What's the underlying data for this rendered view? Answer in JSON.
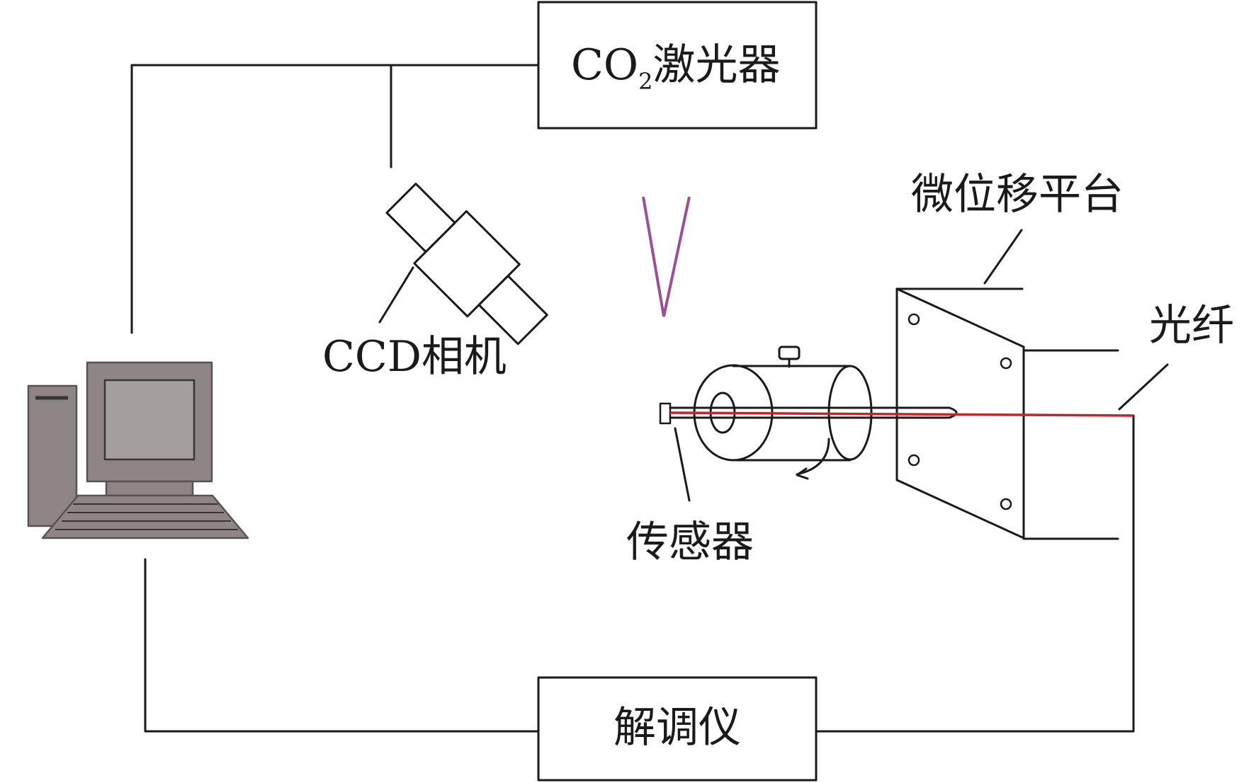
{
  "labels": {
    "laser_prefix": "CO",
    "laser_sub": "2",
    "laser_suffix": "激光器",
    "ccd_camera": "CCD相机",
    "micro_stage": "微位移平台",
    "fiber": "光纤",
    "sensor": "传感器",
    "demodulator": "解调仪"
  },
  "colors": {
    "line": "#1a1a1a",
    "fiber": "#c0262b",
    "laser_beam": "#9b4f9a",
    "computer_body": "#8e8585",
    "computer_screen": "#a59e9e"
  },
  "icons": {
    "computer": "desktop-computer-icon",
    "camera": "ccd-camera-icon",
    "sensor": "sensor-cylinder-icon",
    "stage": "micro-displacement-stage-icon"
  }
}
